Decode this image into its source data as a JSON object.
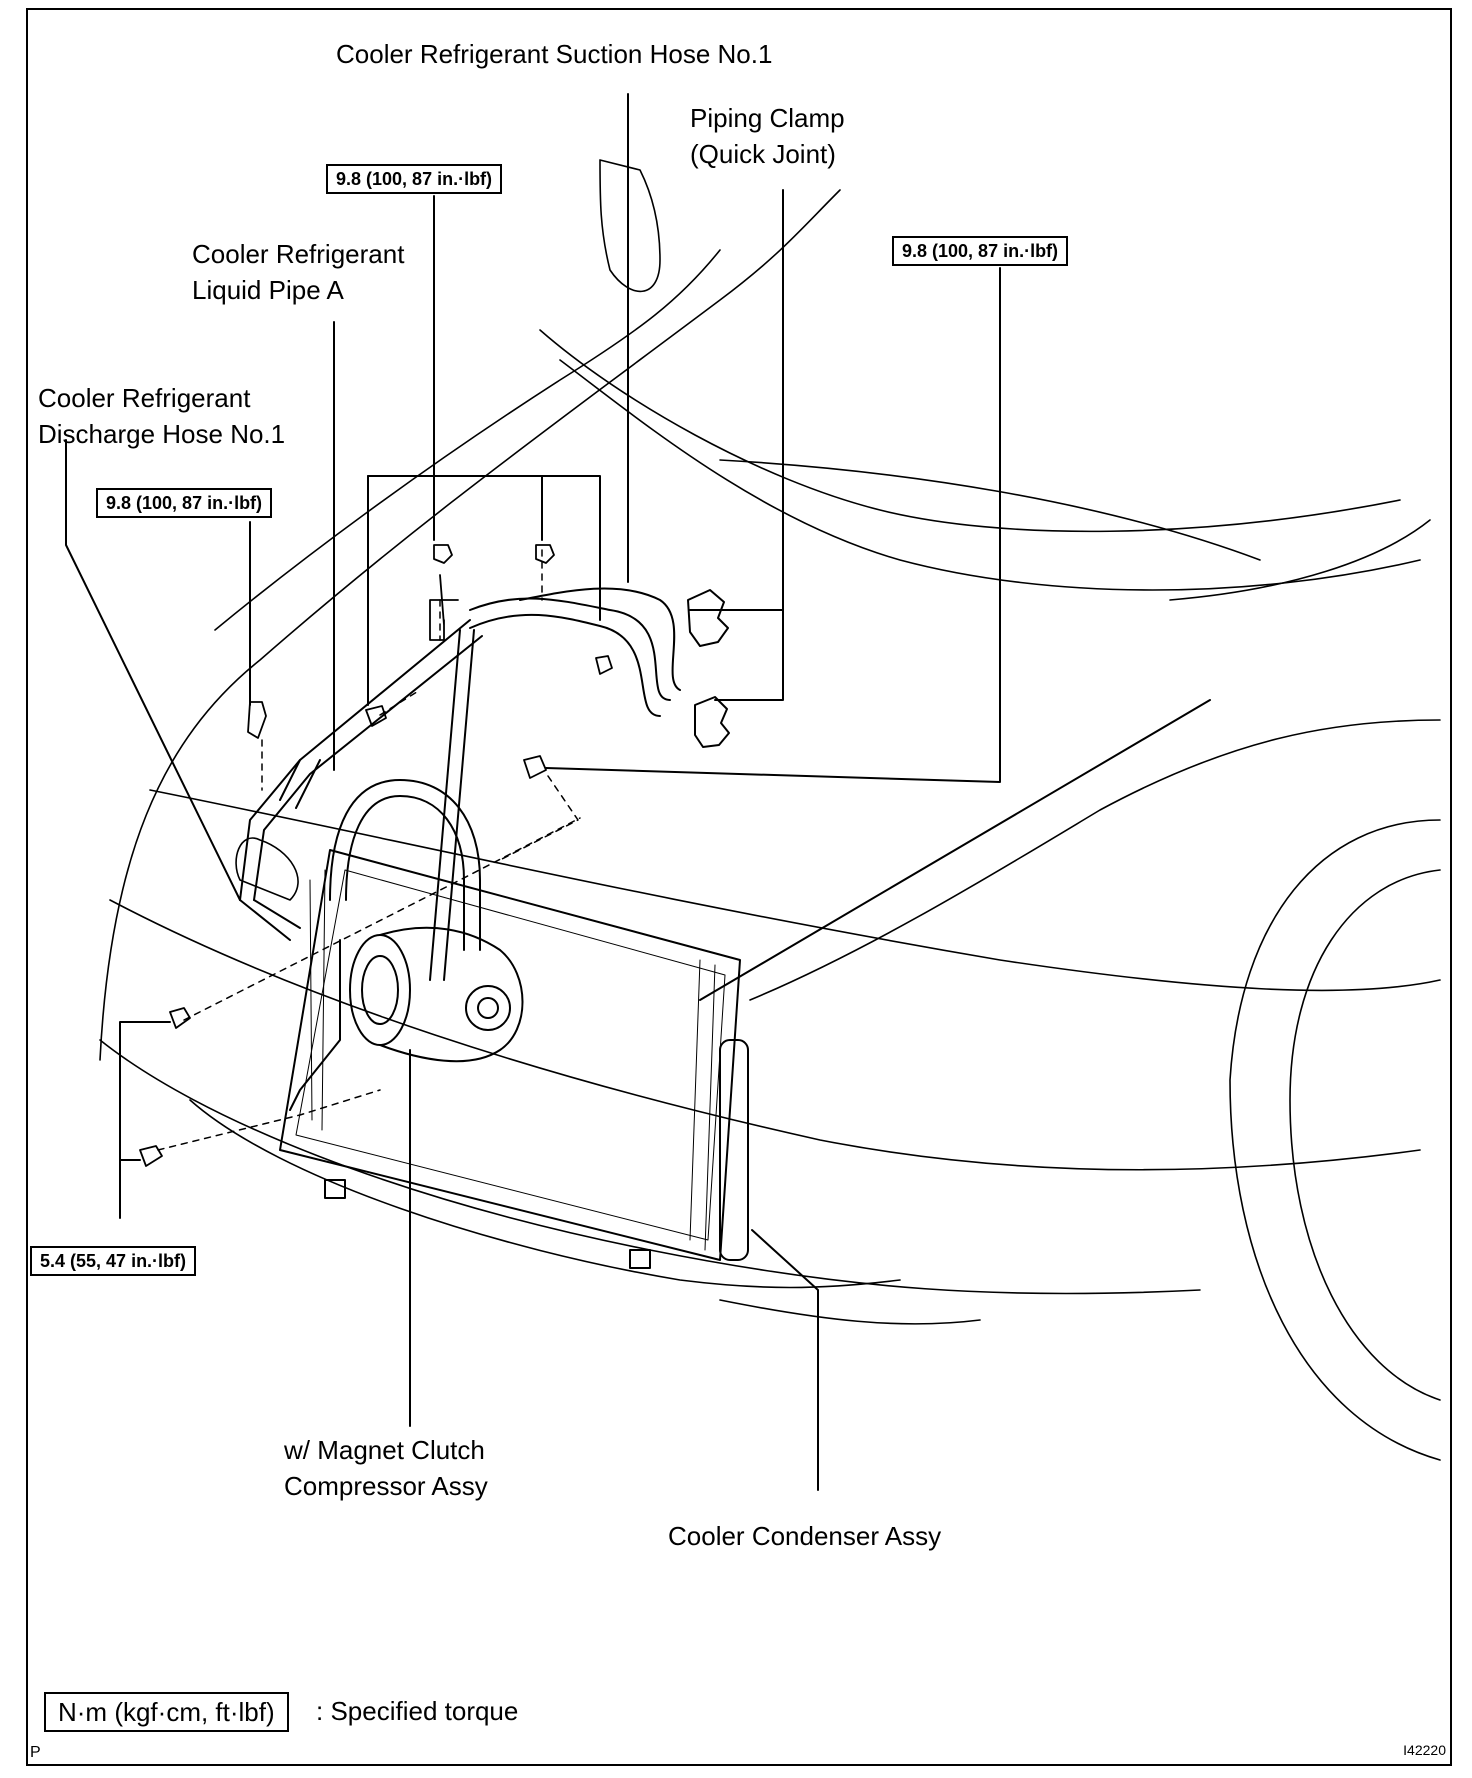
{
  "labels": {
    "suction_hose": "Cooler Refrigerant Suction Hose No.1",
    "piping_clamp": "Piping Clamp\n(Quick Joint)",
    "liquid_pipe": "Cooler Refrigerant\nLiquid Pipe A",
    "discharge_hose": "Cooler Refrigerant\nDischarge Hose No.1",
    "compressor": "w/ Magnet Clutch\nCompressor Assy",
    "condenser": "Cooler Condenser Assy"
  },
  "torques": {
    "top": "9.8 (100, 87 in.·lbf)",
    "right": "9.8 (100, 87 in.·lbf)",
    "left": "9.8 (100, 87 in.·lbf)",
    "bottom": "5.4 (55, 47 in.·lbf)"
  },
  "legend": {
    "unit": "N·m (kgf·cm, ft·lbf)",
    "meaning": ": Specified torque"
  },
  "codes": {
    "page": "P",
    "figure": "I42220"
  }
}
